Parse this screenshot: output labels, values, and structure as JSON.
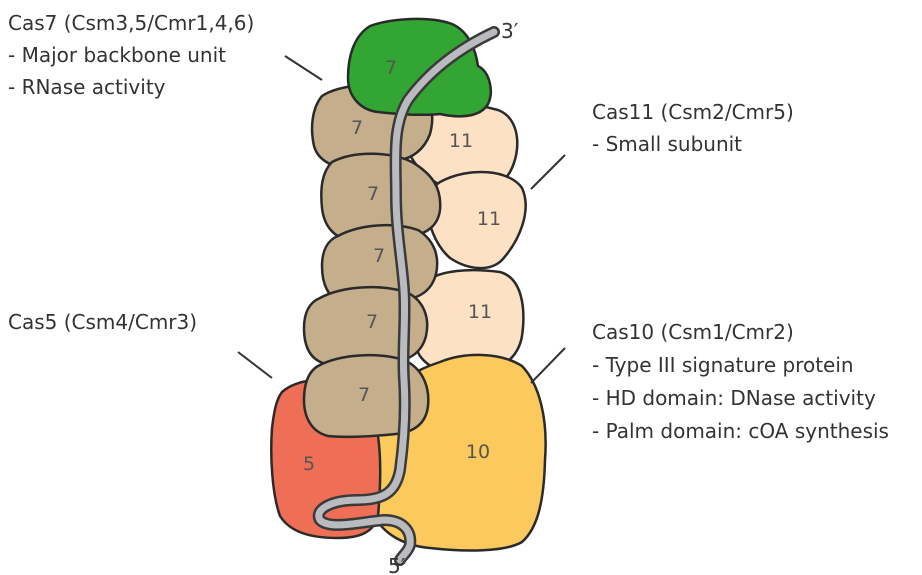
{
  "colors": {
    "cas7_backbone": "#C4AE8C",
    "cas7_top": "#33A532",
    "cas11": "#FDE1C4",
    "cas10": "#FCC95D",
    "cas5": "#EF6E56",
    "rna": "#B9BBBE"
  },
  "subunit_labels": {
    "cas7_top": "7",
    "cas7_a": "7",
    "cas7_b": "7",
    "cas7_c": "7",
    "cas7_d": "7",
    "cas7_e": "7",
    "cas11_a": "11",
    "cas11_b": "11",
    "cas11_c": "11",
    "cas10": "10",
    "cas5": "5"
  },
  "rna": {
    "end_3": "3′",
    "end_5": "5′"
  },
  "annotations": {
    "cas7": {
      "title": "Cas7 (Csm3,5/Cmr1,4,6)",
      "lines": [
        "- Major backbone unit",
        "- RNase activity"
      ]
    },
    "cas11": {
      "title": "Cas11 (Csm2/Cmr5)",
      "lines": [
        "- Small subunit"
      ]
    },
    "cas5": {
      "title": "Cas5 (Csm4/Cmr3)"
    },
    "cas10": {
      "title": "Cas10 (Csm1/Cmr2)",
      "lines": [
        "- Type III signature protein",
        "- HD domain: DNase activity",
        "- Palm domain: cOA synthesis"
      ]
    }
  }
}
